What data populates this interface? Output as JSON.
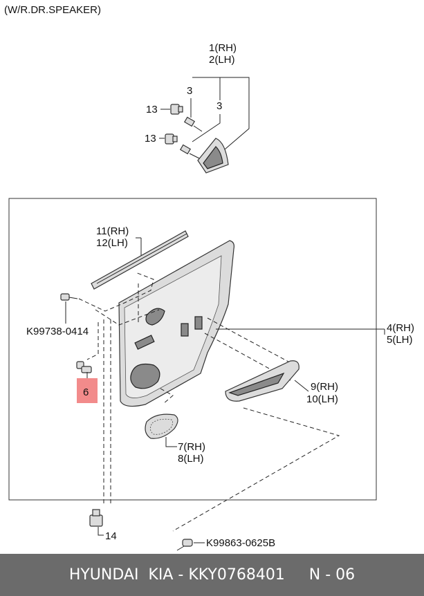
{
  "caption": "(W/R.DR.SPEAKER)",
  "labels": {
    "garnish_rh": "1(RH)",
    "garnish_lh": "2(LH)",
    "screw_a": "3",
    "screw_b": "3",
    "clip_a": "13",
    "clip_b": "13",
    "weatherstrip_rh": "11(RH)",
    "weatherstrip_lh": "12(LH)",
    "bolt_part_no": "K99738-0414",
    "fastener": "6",
    "panel_rh": "4(RH)",
    "panel_lh": "5(LH)",
    "armrest_rh": "9(RH)",
    "armrest_lh": "10(LH)",
    "grille_rh": "7(RH)",
    "grille_lh": "8(LH)",
    "clip_bottom": "14",
    "screw_part_no": "K99863-0625B"
  },
  "footer": {
    "brand": "HYUNDAI  KIA - KKY0768401",
    "page": "N - 06"
  },
  "colors": {
    "highlight": "#f28b8b",
    "footer_bg": "#6b6b6b",
    "footer_text": "#ffffff"
  }
}
